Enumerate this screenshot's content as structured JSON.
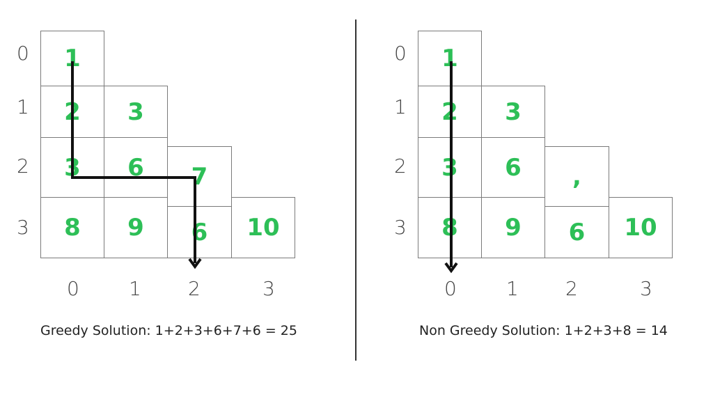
{
  "row_labels": [
    "0",
    "1",
    "2",
    "3"
  ],
  "col_labels": [
    "0",
    "1",
    "2",
    "3"
  ],
  "left": {
    "cells": [
      [
        "1"
      ],
      [
        "2",
        "3"
      ],
      [
        "3",
        "6",
        "7"
      ],
      [
        "8",
        "9",
        "6",
        "10"
      ]
    ],
    "caption": "Greedy Solution: 1+2+3+6+7+6 = 25"
  },
  "right": {
    "cells": [
      [
        "1"
      ],
      [
        "2",
        "3"
      ],
      [
        "3",
        "6",
        ","
      ],
      [
        "8",
        "9",
        "6",
        "10"
      ]
    ],
    "caption": "Non Greedy Solution: 1+2+3+8 = 14"
  },
  "colors": {
    "number": "#2dbf57",
    "grid": "#7a7a7a",
    "path": "#111111"
  }
}
